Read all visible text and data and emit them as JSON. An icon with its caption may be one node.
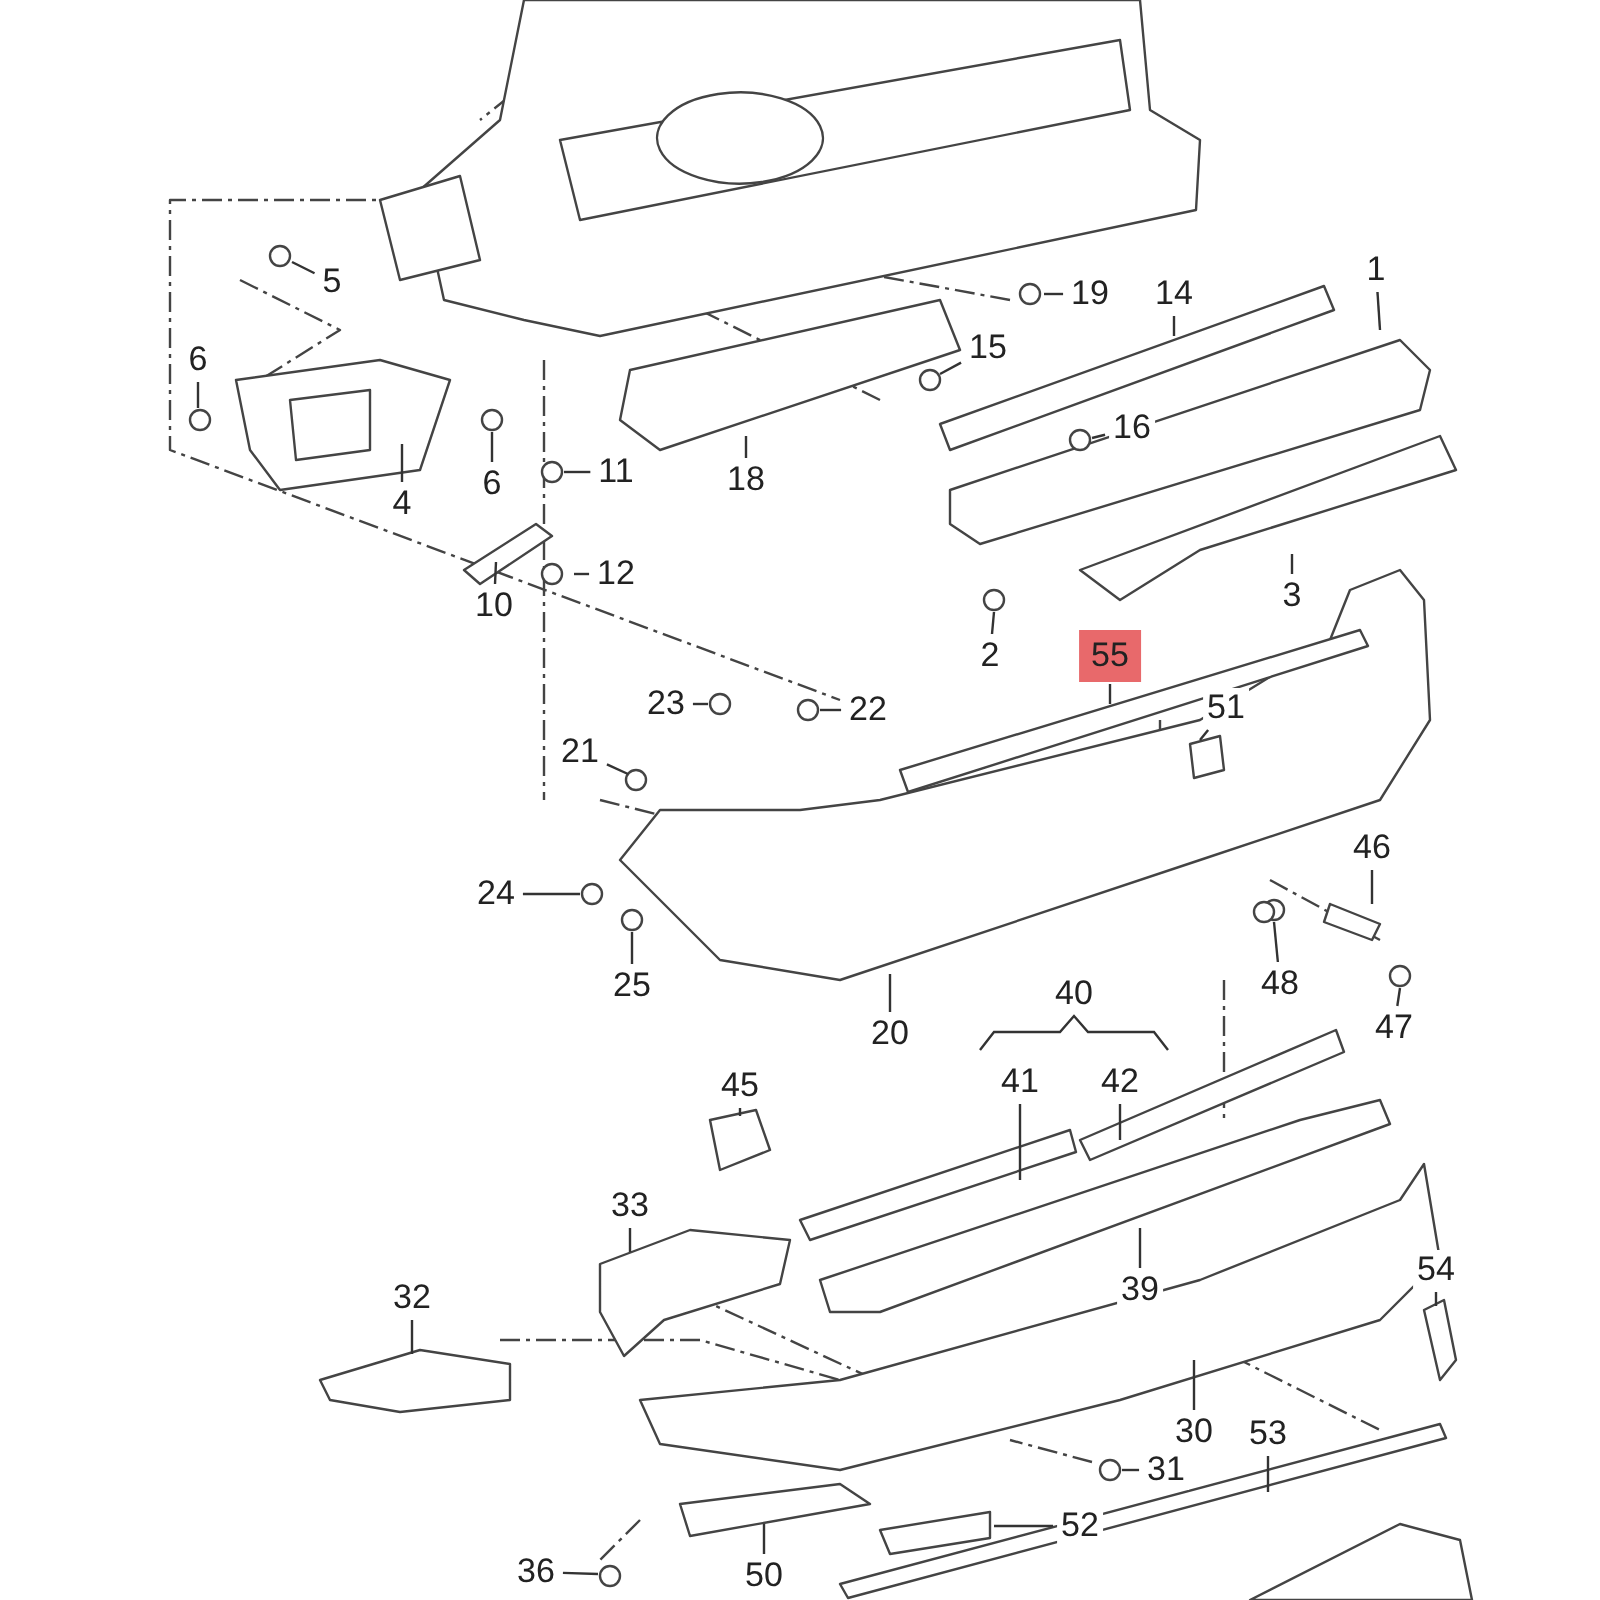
{
  "diagram": {
    "nodes": [
      {
        "text": [
          "1"
        ]
      },
      {
        "text": [
          "19"
        ]
      },
      {
        "text": [
          "14"
        ]
      },
      {
        "text": [
          "5"
        ]
      },
      {
        "text": [
          "15"
        ]
      },
      {
        "text": [
          "6"
        ]
      },
      {
        "text": [
          "16"
        ]
      },
      {
        "text": [
          "4"
        ]
      },
      {
        "text": [
          "6"
        ]
      },
      {
        "text": [
          "11"
        ]
      },
      {
        "text": [
          "18"
        ]
      },
      {
        "text": [
          "3"
        ]
      },
      {
        "text": [
          "12"
        ]
      },
      {
        "text": [
          "10"
        ]
      },
      {
        "text": [
          "2"
        ]
      },
      {
        "text": [
          "55"
        ]
      },
      {
        "text": [
          "23"
        ]
      },
      {
        "text": [
          "22"
        ]
      },
      {
        "text": [
          "51"
        ]
      },
      {
        "text": [
          "21"
        ]
      },
      {
        "text": [
          "46"
        ]
      },
      {
        "text": [
          "24"
        ]
      },
      {
        "text": [
          "25"
        ]
      },
      {
        "text": [
          "48"
        ]
      },
      {
        "text": [
          "47"
        ]
      },
      {
        "text": [
          "20"
        ]
      },
      {
        "text": [
          "41"
        ]
      },
      {
        "text": [
          "42"
        ]
      },
      {
        "text": [
          "45"
        ]
      },
      {
        "text": [
          "33"
        ]
      },
      {
        "text": [
          "39"
        ]
      },
      {
        "text": [
          "32"
        ]
      },
      {
        "text": [
          "54"
        ]
      },
      {
        "text": [
          "30"
        ]
      },
      {
        "text": [
          "53"
        ]
      },
      {
        "text": [
          "31"
        ]
      },
      {
        "text": [
          "52"
        ]
      },
      {
        "text": [
          "36"
        ]
      },
      {
        "text": [
          "50"
        ]
      },
      {
        "text": [
          "40"
        ]
      }
    ],
    "edges": [
      {
        "from": 0,
        "to": null,
        "arrow": "none"
      },
      {
        "from": 1,
        "to": null,
        "arrow": "none"
      },
      {
        "from": 2,
        "to": null,
        "arrow": "none"
      },
      {
        "from": 3,
        "to": null,
        "arrow": "none"
      },
      {
        "from": 4,
        "to": null,
        "arrow": "none"
      },
      {
        "from": 5,
        "to": null,
        "arrow": "none"
      },
      {
        "from": 6,
        "to": null,
        "arrow": "none"
      },
      {
        "from": 7,
        "to": null,
        "arrow": "none"
      },
      {
        "from": 8,
        "to": null,
        "arrow": "none"
      },
      {
        "from": 9,
        "to": null,
        "arrow": "none"
      },
      {
        "from": 10,
        "to": null,
        "arrow": "none"
      },
      {
        "from": 11,
        "to": null,
        "arrow": "none"
      },
      {
        "from": 12,
        "to": null,
        "arrow": "none"
      },
      {
        "from": 13,
        "to": null,
        "arrow": "none"
      },
      {
        "from": 14,
        "to": null,
        "arrow": "none"
      },
      {
        "from": 15,
        "to": null,
        "arrow": "none"
      },
      {
        "from": 16,
        "to": null,
        "arrow": "none"
      },
      {
        "from": 17,
        "to": null,
        "arrow": "none"
      },
      {
        "from": 18,
        "to": null,
        "arrow": "none"
      },
      {
        "from": 19,
        "to": null,
        "arrow": "none"
      },
      {
        "from": 20,
        "to": null,
        "arrow": "none"
      },
      {
        "from": 21,
        "to": null,
        "arrow": "none"
      },
      {
        "from": 22,
        "to": null,
        "arrow": "none"
      },
      {
        "from": 23,
        "to": null,
        "arrow": "none"
      },
      {
        "from": 24,
        "to": null,
        "arrow": "none"
      },
      {
        "from": 25,
        "to": null,
        "arrow": "none"
      },
      {
        "from": 26,
        "to": null,
        "arrow": "none"
      },
      {
        "from": 27,
        "to": null,
        "arrow": "none"
      },
      {
        "from": 28,
        "to": null,
        "arrow": "none"
      },
      {
        "from": 29,
        "to": null,
        "arrow": "none"
      },
      {
        "from": 30,
        "to": null,
        "arrow": "none"
      },
      {
        "from": 31,
        "to": null,
        "arrow": "none"
      },
      {
        "from": 32,
        "to": null,
        "arrow": "none"
      },
      {
        "from": 33,
        "to": null,
        "arrow": "none"
      },
      {
        "from": 34,
        "to": null,
        "arrow": "none"
      },
      {
        "from": 35,
        "to": null,
        "arrow": "none"
      },
      {
        "from": 36,
        "to": null,
        "arrow": "none"
      },
      {
        "from": 37,
        "to": null,
        "arrow": "none"
      },
      {
        "from": 38,
        "to": null,
        "arrow": "none"
      }
    ]
  }
}
